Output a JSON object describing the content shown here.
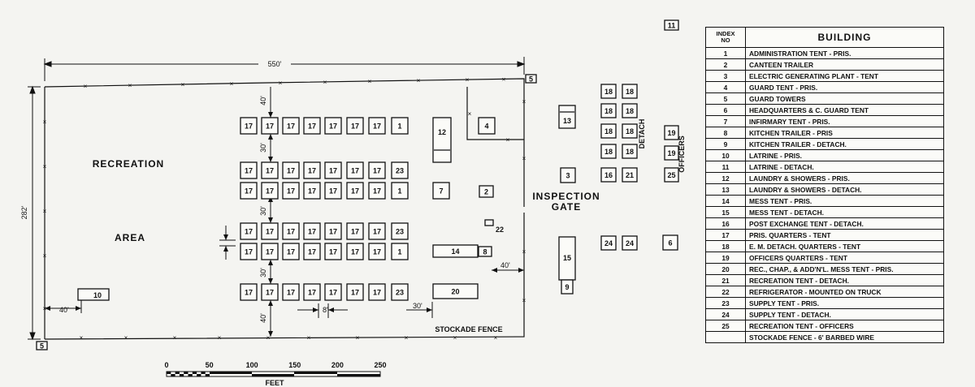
{
  "labels": {
    "recreation": "RECREATION",
    "area": "AREA",
    "inspection": "INSPECTION",
    "gate": "GATE",
    "detach": "DETACH",
    "officers": "OFFICERS",
    "stockade_fence": "STOCKADE FENCE",
    "feet": "FEET"
  },
  "dimensions": {
    "width": "550'",
    "height": "282'",
    "d40_top": "40'",
    "d30_a": "30'",
    "d30_b": "30'",
    "d40_bottom": "40'",
    "d40_left": "40'",
    "d8": "8'",
    "d30_right": "30'",
    "d40_right": "40'"
  },
  "scale": {
    "ticks": [
      "0",
      "50",
      "100",
      "150",
      "200",
      "250"
    ]
  },
  "buildings": {
    "row1": [
      "17",
      "17",
      "17",
      "17",
      "17",
      "17",
      "17",
      "1"
    ],
    "row2": [
      "17",
      "17",
      "17",
      "17",
      "17",
      "17",
      "17",
      "23"
    ],
    "row3": [
      "17",
      "17",
      "17",
      "17",
      "17",
      "17",
      "17",
      "1"
    ],
    "row4": [
      "17",
      "17",
      "17",
      "17",
      "17",
      "17",
      "17",
      "23"
    ],
    "row5": [
      "17",
      "17",
      "17",
      "17",
      "17",
      "17",
      "17",
      "1"
    ],
    "row6": [
      "17",
      "17",
      "17",
      "17",
      "17",
      "17",
      "17",
      "23"
    ],
    "misc": {
      "b12": "12",
      "b4": "4",
      "b7": "7",
      "b2": "2",
      "b22": "22",
      "b14": "14",
      "b8": "8",
      "b20": "20",
      "b10": "10",
      "b5a": "5",
      "b5b": "5",
      "b11": "11",
      "b13": "13",
      "b3": "3",
      "b15": "15",
      "b9": "9",
      "b6": "6"
    },
    "detach": [
      [
        "18",
        "18"
      ],
      [
        "18",
        "18"
      ],
      [
        "18",
        "18"
      ],
      [
        "18",
        "18"
      ],
      [
        "16",
        "21"
      ]
    ],
    "officers": [
      "19",
      "19",
      "25"
    ],
    "b24": [
      "24",
      "24"
    ]
  },
  "legend": {
    "header_index": [
      "INDEX",
      "NO"
    ],
    "header_building": "BUILDING",
    "rows": [
      {
        "no": "1",
        "name": "ADMINISTRATION TENT - PRIS."
      },
      {
        "no": "2",
        "name": "CANTEEN TRAILER"
      },
      {
        "no": "3",
        "name": "ELECTRIC GENERATING PLANT - TENT"
      },
      {
        "no": "4",
        "name": "GUARD TENT - PRIS."
      },
      {
        "no": "5",
        "name": "GUARD TOWERS"
      },
      {
        "no": "6",
        "name": "HEADQUARTERS & C. GUARD TENT"
      },
      {
        "no": "7",
        "name": "INFIRMARY TENT - PRIS."
      },
      {
        "no": "8",
        "name": "KITCHEN TRAILER - PRIS"
      },
      {
        "no": "9",
        "name": "KITCHEN TRAILER - DETACH."
      },
      {
        "no": "10",
        "name": "LATRINE - PRIS."
      },
      {
        "no": "11",
        "name": "LATRINE - DETACH."
      },
      {
        "no": "12",
        "name": "LAUNDRY & SHOWERS - PRIS."
      },
      {
        "no": "13",
        "name": "LAUNDRY & SHOWERS - DETACH."
      },
      {
        "no": "14",
        "name": "MESS TENT - PRIS."
      },
      {
        "no": "15",
        "name": "MESS TENT - DETACH."
      },
      {
        "no": "16",
        "name": "POST EXCHANGE TENT - DETACH."
      },
      {
        "no": "17",
        "name": "PRIS. QUARTERS - TENT"
      },
      {
        "no": "18",
        "name": "E. M. DETACH. QUARTERS - TENT"
      },
      {
        "no": "19",
        "name": "OFFICERS QUARTERS - TENT"
      },
      {
        "no": "20",
        "name": "REC., CHAP., & ADD'N'L. MESS TENT - PRIS."
      },
      {
        "no": "21",
        "name": "RECREATION TENT - DETACH."
      },
      {
        "no": "22",
        "name": "REFRIGERATOR - MOUNTED ON TRUCK"
      },
      {
        "no": "23",
        "name": "SUPPLY TENT - PRIS."
      },
      {
        "no": "24",
        "name": "SUPPLY TENT - DETACH."
      },
      {
        "no": "25",
        "name": "RECREATION TENT - OFFICERS"
      },
      {
        "no": "",
        "name": "STOCKADE FENCE - 6' BARBED WIRE"
      }
    ]
  }
}
